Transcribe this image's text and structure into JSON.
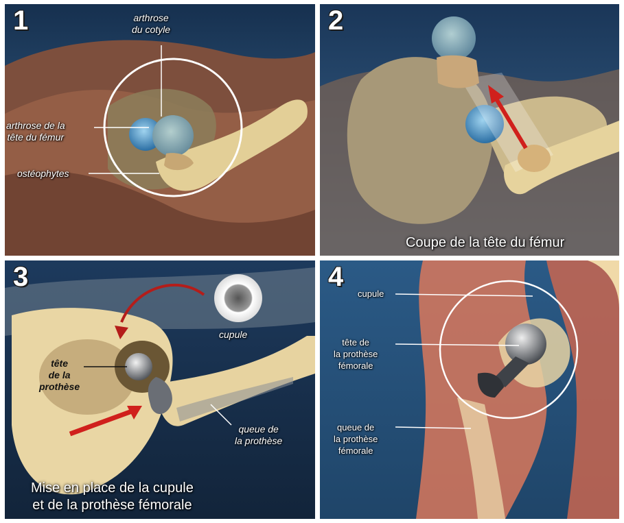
{
  "panels": [
    {
      "number": "1",
      "labels": {
        "cotyle": [
          "arthrose",
          "du cotyle"
        ],
        "tete": [
          "arthrose de la",
          "tête du fémur"
        ],
        "osteophytes": "ostéophytes"
      }
    },
    {
      "number": "2",
      "caption": "Coupe de la tête du fémur"
    },
    {
      "number": "3",
      "labels": {
        "cupule": "cupule",
        "tete": [
          "tête",
          "de la",
          "prothèse"
        ],
        "queue": [
          "queue de",
          "la prothèse"
        ]
      },
      "caption": [
        "Mise en place de la cupule",
        "et de la prothèse fémorale"
      ]
    },
    {
      "number": "4",
      "labels": {
        "cupule": "cupule",
        "tete": [
          "tête de",
          "la prothèse",
          "fémorale"
        ],
        "queue": [
          "queue de",
          "la prothèse",
          "fémorale"
        ]
      }
    }
  ],
  "colors": {
    "sky": "#2c4f73",
    "muscle": "#8a5a45",
    "bone": "#ecd9a8",
    "arrow": "#d0201c",
    "implant": "#8d9298",
    "flesh": "#d9785c"
  }
}
